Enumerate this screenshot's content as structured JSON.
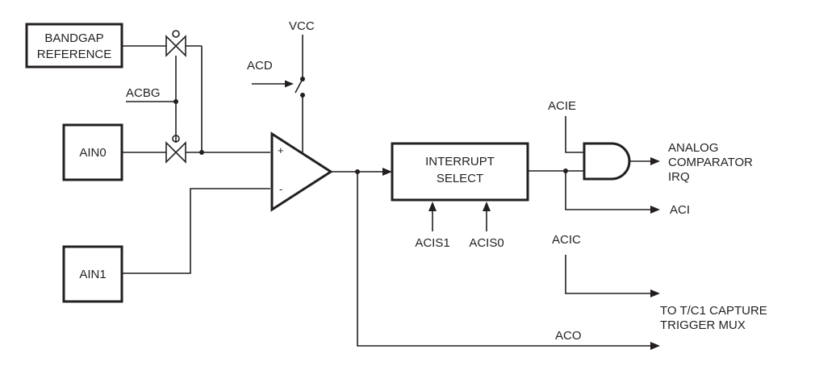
{
  "blocks": {
    "bandgap_line1": "BANDGAP",
    "bandgap_line2": "REFERENCE",
    "ain0": "AIN0",
    "ain1": "AIN1",
    "interrupt_line1": "INTERRUPT",
    "interrupt_line2": "SELECT"
  },
  "signals": {
    "vcc": "VCC",
    "acd": "ACD",
    "acbg": "ACBG",
    "acie": "ACIE",
    "acis1": "ACIS1",
    "acis0": "ACIS0",
    "acic": "ACIC",
    "aci": "ACI",
    "aco": "ACO"
  },
  "outputs": {
    "irq_line1": "ANALOG",
    "irq_line2": "COMPARATOR",
    "irq_line3": "IRQ",
    "capture_line1": "TO T/C1 CAPTURE",
    "capture_line2": "TRIGGER MUX"
  },
  "comparator": {
    "plus": "+",
    "minus": "-"
  }
}
